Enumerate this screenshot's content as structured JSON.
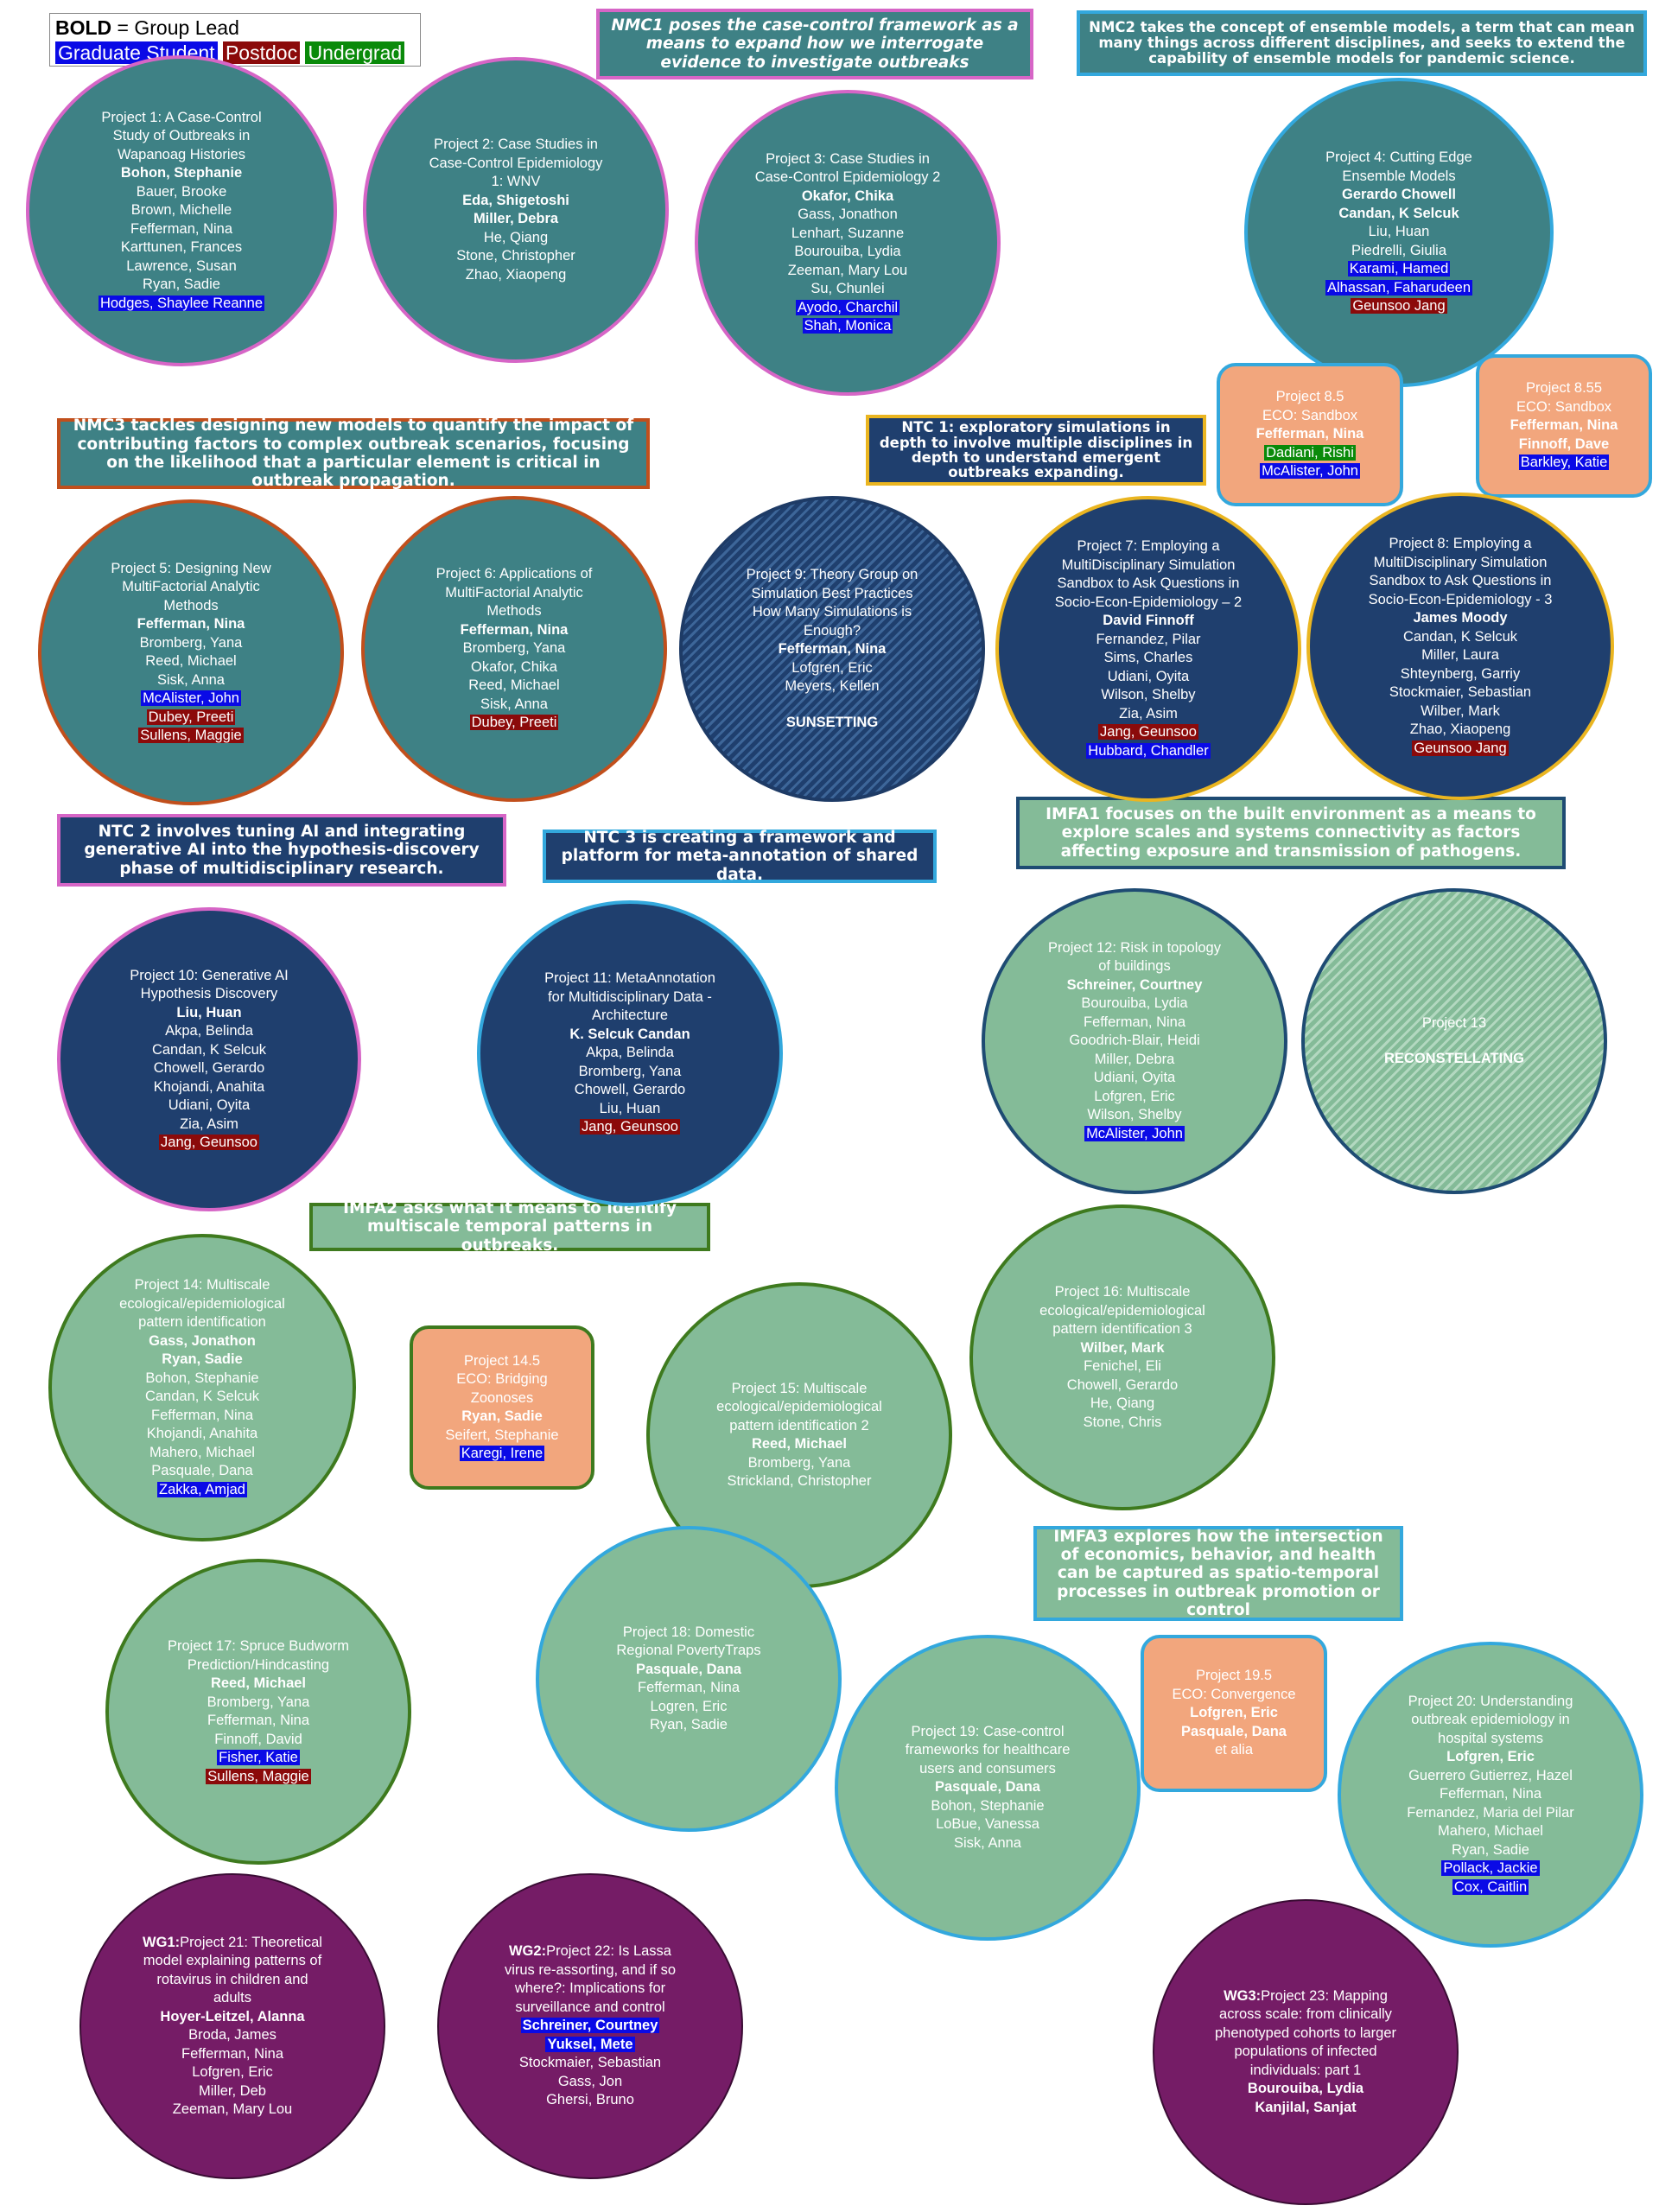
{
  "legend": {
    "bold_word": "BOLD",
    "bold_rest": " = Group Lead",
    "graduate": "Graduate Student",
    "postdoc": "Postdoc",
    "undergrad": "Undergrad"
  },
  "colors": {
    "graduate": "#0a0ae6",
    "postdoc": "#8b0a0a",
    "undergrad": "#0a8a0a",
    "teal": "#3e8185",
    "navy": "#1f3f6e",
    "green": "#84bb98",
    "purple": "#751c66",
    "peach": "#f2a67d"
  },
  "banners": {
    "nmc1": "NMC1 poses the case-control framework as a means to expand how we interrogate evidence to investigate outbreaks",
    "nmc2": "NMC2 takes the concept of ensemble models, a term that can mean many things across different disciplines, and seeks to extend the capability of ensemble models for pandemic science.",
    "nmc3": "NMC3 tackles designing new models to quantify the impact of contributing factors to complex outbreak scenarios, focusing on the likelihood that a particular element is critical in outbreak propagation.",
    "ntc1": "NTC 1: exploratory simulations in depth to involve multiple disciplines in depth to understand emergent outbreaks expanding.",
    "ntc2": "NTC 2 involves tuning AI and integrating generative AI into the hypothesis-discovery phase of multidisciplinary research.",
    "ntc3": "NTC 3 is creating a framework and platform for meta-annotation of shared data.",
    "imfa1": "IMFA1 focuses on the built environment as a means to explore scales and systems connectivity as factors affecting exposure and transmission of pathogens.",
    "imfa2": "IMFA2 asks what it means to identify multiscale temporal patterns in outbreaks.",
    "imfa3": "IMFA3 explores how the intersection of economics, behavior, and health can be captured as spatio-temporal processes in outbreak promotion or control"
  },
  "projects": {
    "p1": {
      "t": [
        "Project 1: A Case-Control",
        "Study of Outbreaks in",
        "Wapanoag Histories"
      ],
      "lead": [
        "Bohon, Stephanie"
      ],
      "m": [
        "Bauer, Brooke",
        "Brown, Michelle",
        "Fefferman, Nina",
        "Karttunen, Frances",
        "Lawrence, Susan",
        "Ryan, Sadie"
      ],
      "g": [
        "Hodges, Shaylee Reanne"
      ],
      "p": [],
      "u": []
    },
    "p2": {
      "t": [
        "Project 2: Case Studies in",
        "Case-Control Epidemiology",
        "1: WNV"
      ],
      "lead": [
        "Eda, Shigetoshi",
        "Miller, Debra"
      ],
      "m": [
        "He, Qiang",
        "Stone, Christopher",
        "Zhao, Xiaopeng"
      ],
      "g": [],
      "p": [],
      "u": []
    },
    "p3": {
      "t": [
        "Project 3: Case Studies in",
        "Case-Control Epidemiology 2"
      ],
      "lead": [
        "Okafor, Chika"
      ],
      "m": [
        "Gass, Jonathon",
        "Lenhart, Suzanne",
        "Bourouiba, Lydia",
        "Zeeman, Mary Lou",
        "Su, Chunlei"
      ],
      "g": [
        "Ayodo, Charchil",
        "Shah, Monica"
      ],
      "p": [],
      "u": []
    },
    "p4": {
      "t": [
        "Project 4: Cutting Edge",
        "Ensemble Models"
      ],
      "lead": [
        "Gerardo Chowell",
        "Candan, K Selcuk"
      ],
      "m": [
        "Liu, Huan",
        "Piedrelli, Giulia"
      ],
      "g": [
        "Karami, Hamed",
        "Alhassan, Faharudeen"
      ],
      "p": [
        "Geunsoo Jang"
      ],
      "u": []
    },
    "p8_5": {
      "t": [
        "Project 8.5",
        "ECO: Sandbox"
      ],
      "lead": [
        "Fefferman, Nina"
      ],
      "m": [],
      "g": [
        "McAlister, John"
      ],
      "p": [],
      "u": [
        "Dadiani, Rishi"
      ]
    },
    "p8_55": {
      "t": [
        "Project 8.55",
        "ECO: Sandbox"
      ],
      "lead": [
        "Fefferman, Nina",
        "Finnoff, Dave"
      ],
      "m": [],
      "g": [
        "Barkley, Katie"
      ],
      "p": [],
      "u": []
    },
    "p5": {
      "t": [
        "Project 5: Designing New",
        "MultiFactorial Analytic",
        "Methods"
      ],
      "lead": [
        "Fefferman, Nina"
      ],
      "m": [
        "Bromberg, Yana",
        "Reed, Michael",
        "Sisk, Anna"
      ],
      "g": [
        "McAlister, John"
      ],
      "p": [
        "Dubey, Preeti",
        "Sullens, Maggie"
      ],
      "u": []
    },
    "p6": {
      "t": [
        "Project 6: Applications of",
        "MultiFactorial Analytic",
        "Methods"
      ],
      "lead": [
        "Fefferman, Nina"
      ],
      "m": [
        "Bromberg, Yana",
        "Okafor, Chika",
        "Reed, Michael",
        "Sisk, Anna"
      ],
      "g": [],
      "p": [
        "Dubey, Preeti"
      ],
      "u": []
    },
    "p9": {
      "t": [
        "Project 9: Theory Group on",
        "Simulation Best Practices",
        "How Many Simulations is",
        "Enough?"
      ],
      "lead": [
        "Fefferman, Nina"
      ],
      "m": [
        "Lofgren, Eric",
        "Meyers, Kellen"
      ],
      "status": "SUNSETTING"
    },
    "p7": {
      "t": [
        "Project 7: Employing a",
        "MultiDisciplinary Simulation",
        "Sandbox to Ask Questions in",
        "Socio-Econ-Epidemiology – 2"
      ],
      "lead": [
        "David Finnoff"
      ],
      "m": [
        "Fernandez, Pilar",
        "Sims, Charles",
        "Udiani, Oyita",
        "Wilson, Shelby",
        "Zia, Asim"
      ],
      "g": [
        "Hubbard, Chandler"
      ],
      "p": [
        "Jang, Geunsoo"
      ],
      "u": []
    },
    "p8": {
      "t": [
        "Project 8: Employing a",
        "MultiDisciplinary Simulation",
        "Sandbox to Ask Questions in",
        "Socio-Econ-Epidemiology - 3"
      ],
      "lead": [
        "James Moody"
      ],
      "m": [
        "Candan, K Selcuk",
        "Miller, Laura",
        "Shteynberg, Garriy",
        "Stockmaier, Sebastian",
        "Wilber, Mark",
        "Zhao, Xiaopeng"
      ],
      "g": [],
      "p": [
        "Geunsoo Jang"
      ],
      "u": []
    },
    "p10": {
      "t": [
        "Project 10: Generative AI",
        "Hypothesis Discovery"
      ],
      "lead": [
        "Liu, Huan"
      ],
      "m": [
        "Akpa, Belinda",
        "Candan, K Selcuk",
        "Chowell, Gerardo",
        "Khojandi, Anahita",
        "Udiani, Oyita",
        "Zia, Asim"
      ],
      "g": [],
      "p": [
        "Jang, Geunsoo"
      ],
      "u": []
    },
    "p11": {
      "t": [
        "Project 11: MetaAnnotation",
        "for Multidisciplinary Data -",
        "Architecture"
      ],
      "lead": [
        "K. Selcuk Candan"
      ],
      "m": [
        "Akpa, Belinda",
        "Bromberg, Yana",
        "Chowell, Gerardo",
        "Liu, Huan"
      ],
      "g": [],
      "p": [
        "Jang, Geunsoo"
      ],
      "u": []
    },
    "p12": {
      "t": [
        "Project 12: Risk in topology",
        "of buildings"
      ],
      "lead": [
        "Schreiner, Courtney"
      ],
      "m": [
        "Bourouiba, Lydia",
        "Fefferman, Nina",
        "Goodrich-Blair, Heidi",
        "Miller, Debra",
        "Udiani, Oyita",
        "Lofgren, Eric",
        "Wilson, Shelby"
      ],
      "g": [
        "McAlister, John"
      ],
      "p": [],
      "u": []
    },
    "p13": {
      "t": [
        "Project 13"
      ],
      "status": "RECONSTELLATING"
    },
    "p14": {
      "t": [
        "Project 14: Multiscale",
        "ecological/epidemiological",
        "pattern identification"
      ],
      "lead": [
        "Gass, Jonathon",
        "Ryan, Sadie"
      ],
      "m": [
        "Bohon, Stephanie",
        "Candan, K Selcuk",
        "Fefferman, Nina",
        "Khojandi, Anahita",
        "Mahero, Michael",
        "Pasquale, Dana"
      ],
      "g": [
        "Zakka, Amjad"
      ],
      "p": [],
      "u": []
    },
    "p14_5": {
      "t": [
        "Project 14.5",
        "ECO: Bridging",
        "Zoonoses"
      ],
      "lead": [
        "Ryan, Sadie"
      ],
      "m": [
        "Seifert, Stephanie"
      ],
      "g": [
        "Karegi, Irene"
      ],
      "p": [],
      "u": []
    },
    "p15": {
      "t": [
        "Project 15: Multiscale",
        "ecological/epidemiological",
        "pattern identification 2"
      ],
      "lead": [
        "Reed, Michael"
      ],
      "m": [
        "Bromberg, Yana",
        "Strickland, Christopher"
      ],
      "g": [],
      "p": [],
      "u": []
    },
    "p16": {
      "t": [
        "Project 16: Multiscale",
        "ecological/epidemiological",
        "pattern identification 3"
      ],
      "lead": [
        "Wilber, Mark"
      ],
      "m": [
        "Fenichel, Eli",
        "Chowell, Gerardo",
        "He, Qiang",
        "Stone, Chris"
      ],
      "g": [],
      "p": [],
      "u": []
    },
    "p17": {
      "t": [
        "Project 17: Spruce Budworm",
        "Prediction/Hindcasting"
      ],
      "lead": [
        "Reed, Michael"
      ],
      "m": [
        "Bromberg, Yana",
        "Fefferman, Nina",
        "Finnoff, David"
      ],
      "g": [
        "Fisher, Katie"
      ],
      "p": [
        "Sullens, Maggie"
      ],
      "u": []
    },
    "p18": {
      "t": [
        "Project 18: Domestic",
        "Regional PovertyTraps"
      ],
      "lead": [
        "Pasquale, Dana"
      ],
      "m": [
        "Fefferman, Nina",
        "Logren, Eric",
        "Ryan, Sadie"
      ],
      "g": [],
      "p": [],
      "u": []
    },
    "p19": {
      "t": [
        "Project 19: Case-control",
        "frameworks for healthcare",
        "users and consumers"
      ],
      "lead": [
        "Pasquale, Dana"
      ],
      "m": [
        "Bohon, Stephanie",
        "LoBue, Vanessa",
        "Sisk, Anna"
      ],
      "g": [],
      "p": [],
      "u": []
    },
    "p19_5": {
      "t": [
        "Project 19.5",
        "ECO: Convergence"
      ],
      "lead": [
        "Lofgren, Eric",
        "Pasquale, Dana"
      ],
      "m": [
        "et alia"
      ],
      "g": [],
      "p": [],
      "u": []
    },
    "p20": {
      "t": [
        "Project 20: Understanding",
        "outbreak epidemiology in",
        "hospital systems"
      ],
      "lead": [
        "Lofgren, Eric"
      ],
      "m": [
        "Guerrero Gutierrez, Hazel",
        "Fefferman, Nina",
        "Fernandez, Maria del Pilar",
        "Mahero, Michael",
        "Ryan, Sadie"
      ],
      "g": [
        "Pollack, Jackie",
        "Cox, Caitlin"
      ],
      "p": [],
      "u": []
    },
    "p21": {
      "wg": "WG1:",
      "t": [
        "Project 21: Theoretical",
        "model explaining patterns of",
        "rotavirus in children and",
        "adults"
      ],
      "lead": [
        "Hoyer-Leitzel, Alanna"
      ],
      "m": [
        "Broda, James",
        "Fefferman, Nina",
        "Lofgren, Eric",
        "Miller, Deb",
        "Zeeman, Mary Lou"
      ],
      "g": [],
      "p": [],
      "u": []
    },
    "p22": {
      "wg": "WG2:",
      "t": [
        "Project 22: Is Lassa",
        "virus re-assorting, and if so",
        "where?: Implications for",
        "surveillance and control"
      ],
      "lead_g": [
        "Schreiner, Courtney",
        "Yuksel, Mete"
      ],
      "m": [
        "Stockmaier, Sebastian",
        "Gass, Jon",
        "Ghersi, Bruno"
      ]
    },
    "p23": {
      "wg": "WG3:",
      "t": [
        "Project 23: Mapping",
        "across scale: from clinically",
        "phenotyped cohorts to larger",
        "populations of infected",
        "individuals: part 1"
      ],
      "lead": [
        "Bourouiba, Lydia",
        "Kanjilal, Sanjat"
      ],
      "m": [],
      "g": [],
      "p": [],
      "u": []
    }
  }
}
